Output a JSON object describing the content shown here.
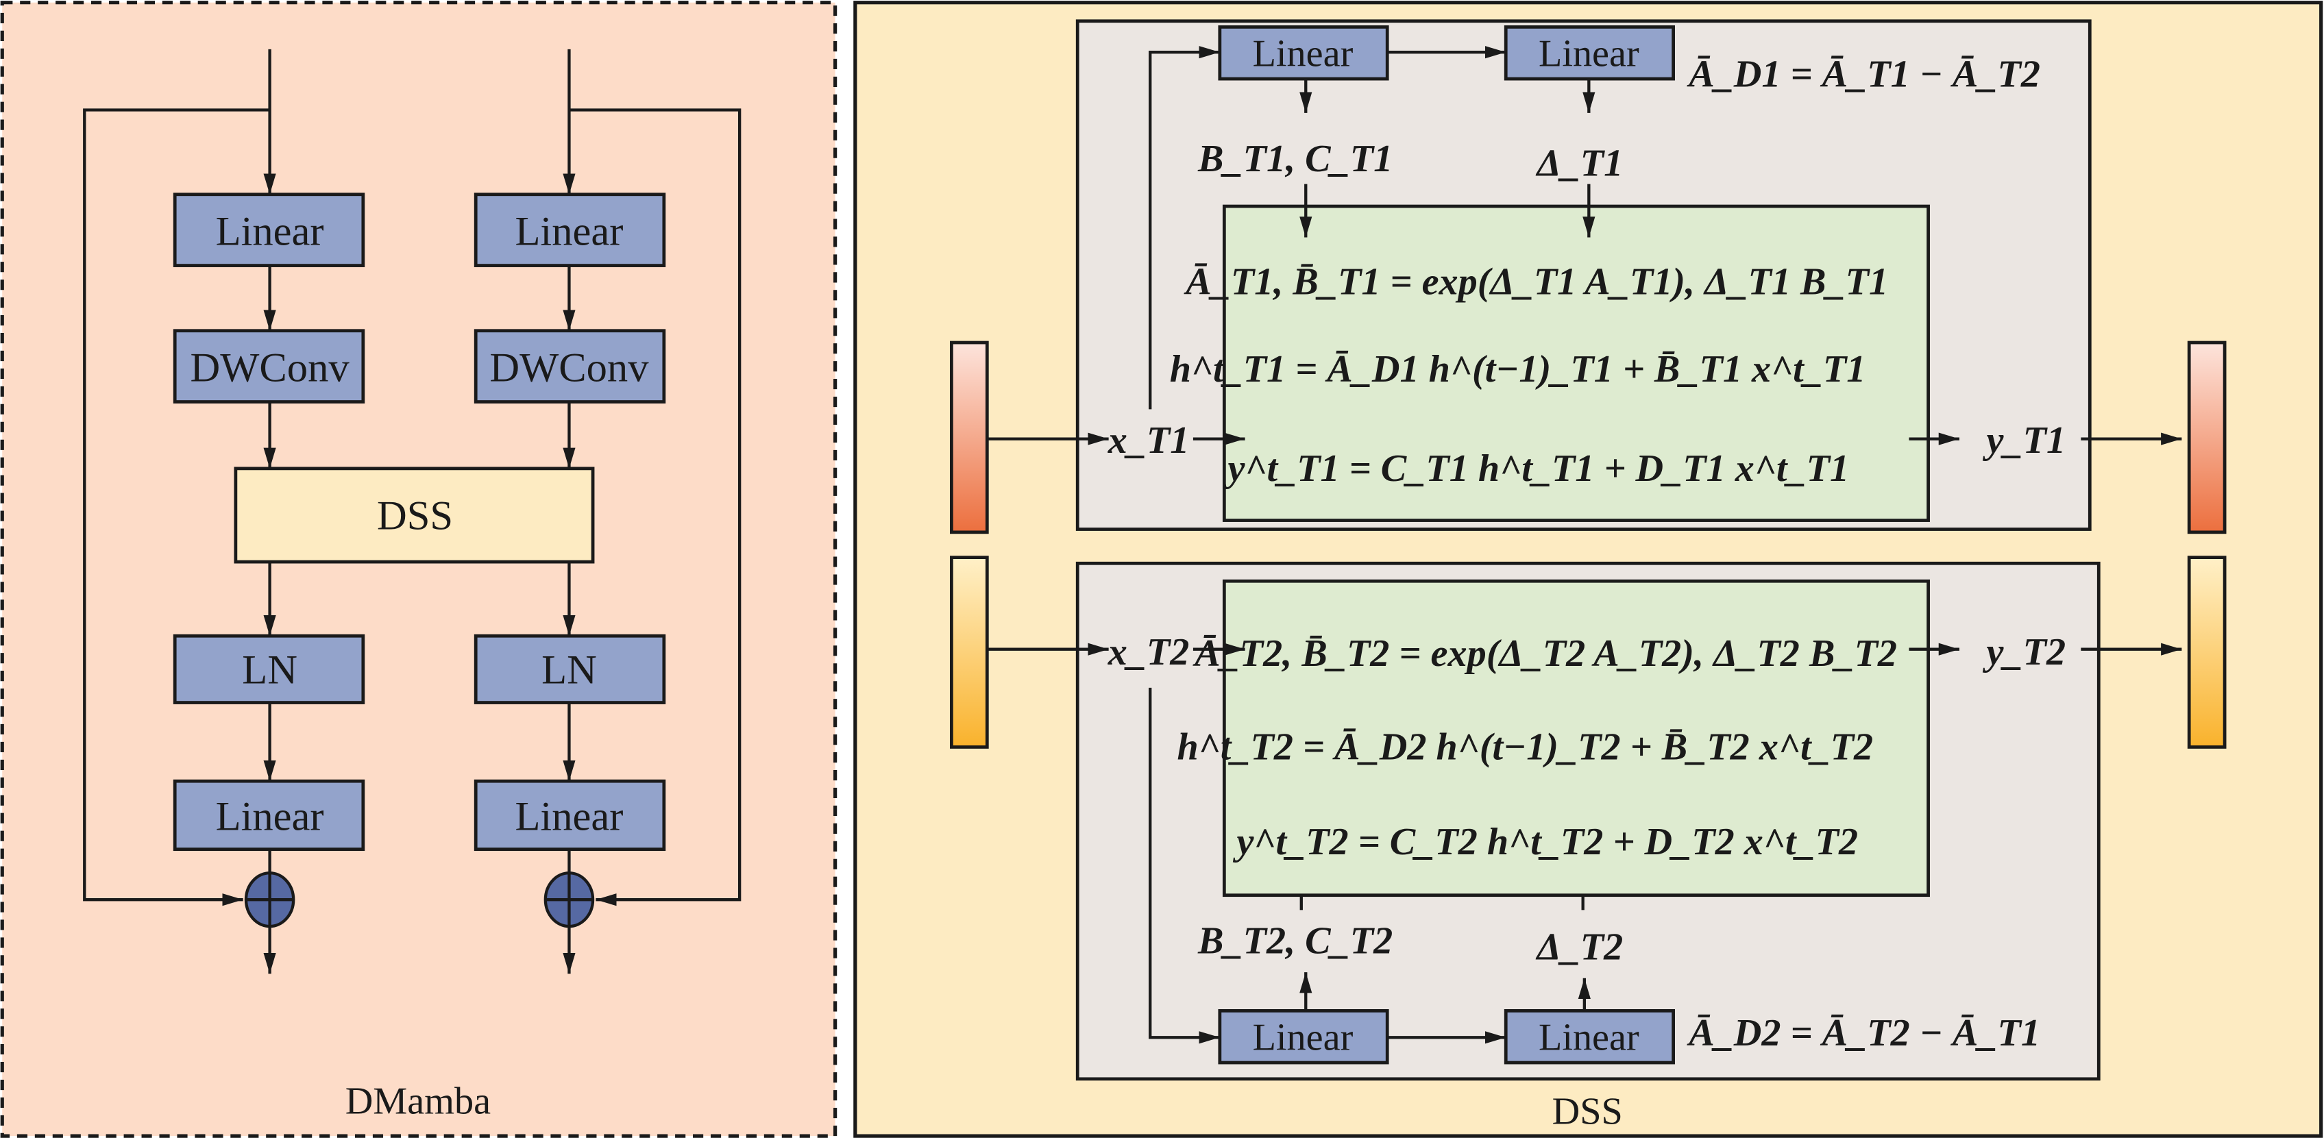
{
  "left_panel": {
    "caption": "DMamba",
    "colors": {
      "background": "#fddcc8",
      "block": "#93a3cb",
      "dss": "#fdebc2",
      "adder": "#5669a3"
    },
    "branches": [
      {
        "blocks": [
          "Linear",
          "DWConv",
          "LN",
          "Linear"
        ]
      },
      {
        "blocks": [
          "Linear",
          "DWConv",
          "LN",
          "Linear"
        ]
      }
    ],
    "dss_label": "DSS"
  },
  "right_panel": {
    "caption": "DSS",
    "colors": {
      "background": "#fdebc2",
      "inner": "#ebe6e2",
      "equations": "#deebd0",
      "t1_token": "#ee7a48",
      "t2_token": "#fbb634"
    },
    "top": {
      "linear1": "Linear",
      "linear2": "Linear",
      "ad_eq": "Ā_D1 = Ā_T1 − Ā_T2",
      "bc": "B_T1, C_T1",
      "delta": "Δ_T1",
      "x": "x_T1",
      "y": "y_T1",
      "eq1": "Ā_T1, B̄_T1 = exp(Δ_T1 A_T1), Δ_T1 B_T1",
      "eq2": "h^t_T1 = Ā_D1 h^(t−1)_T1 + B̄_T1 x^t_T1",
      "eq3": "y^t_T1 = C_T1 h^t_T1 + D_T1 x^t_T1"
    },
    "bottom": {
      "linear1": "Linear",
      "linear2": "Linear",
      "ad_eq": "Ā_D2 = Ā_T2 − Ā_T1",
      "bc": "B_T2, C_T2",
      "delta": "Δ_T2",
      "x": "x_T2",
      "y": "y_T2",
      "eq1": "Ā_T2, B̄_T2 = exp(Δ_T2 A_T2), Δ_T2 B_T2",
      "eq2": "h^t_T2 = Ā_D2 h^(t−1)_T2 + B̄_T2 x^t_T2",
      "eq3": "y^t_T2 = C_T2 h^t_T2 + D_T2 x^t_T2"
    }
  }
}
